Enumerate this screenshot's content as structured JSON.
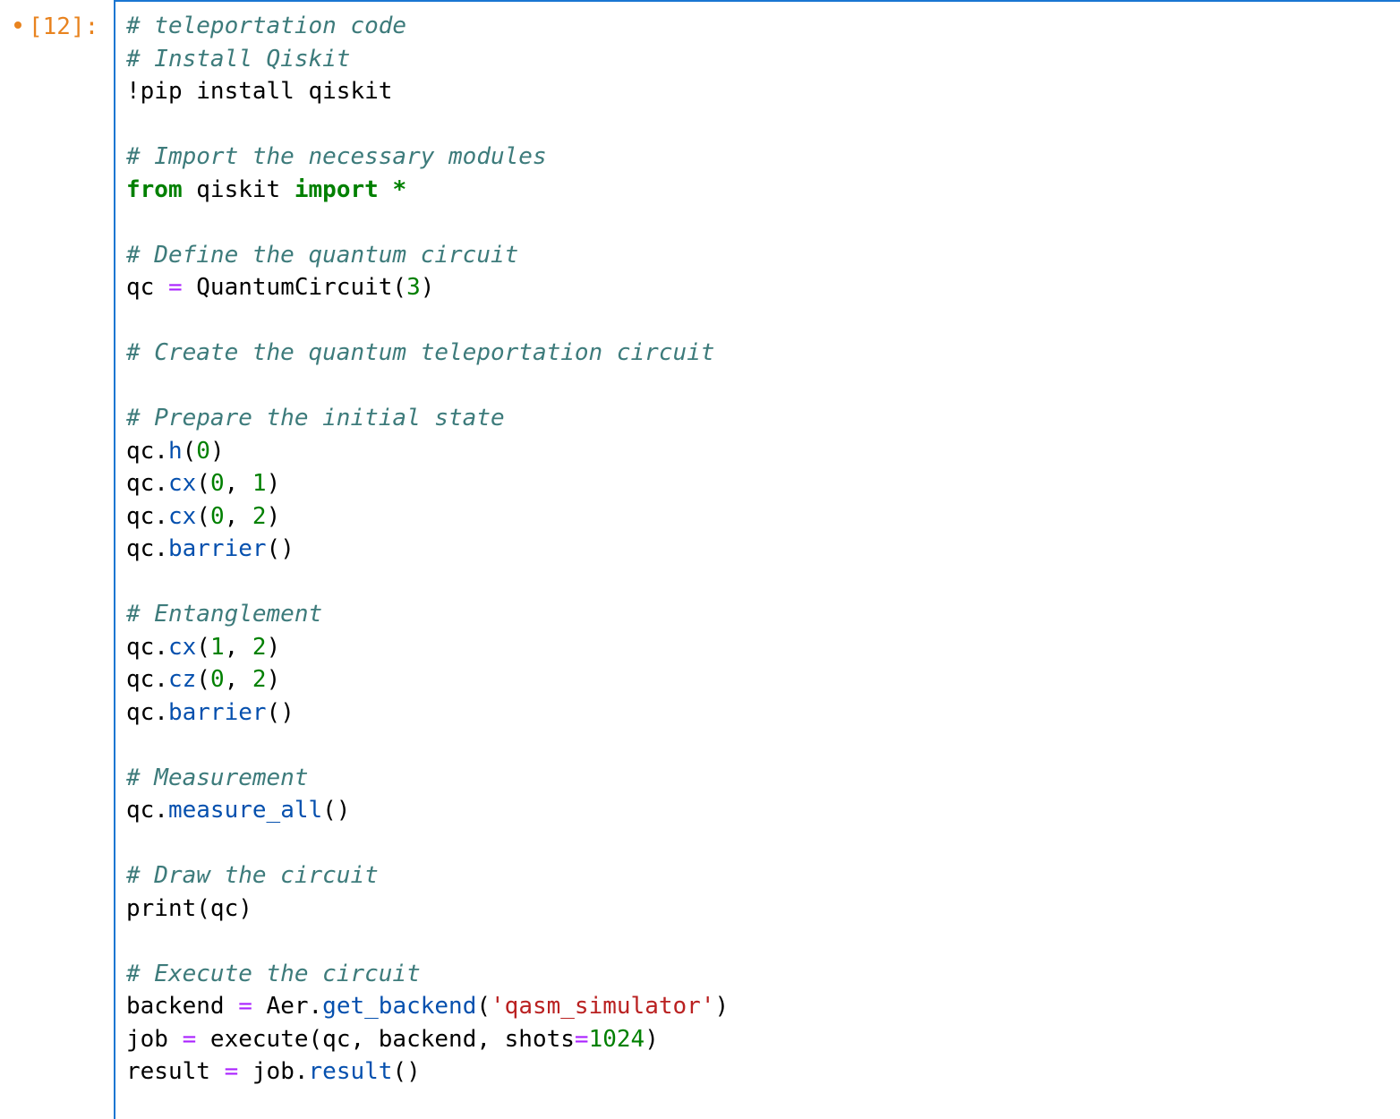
{
  "cell": {
    "prompt_label": "[12]:",
    "modified_indicator": "unsaved-dot"
  },
  "colors": {
    "prompt": "#e8831f",
    "active_border": "#1976d2",
    "comment": "#3d7b7b",
    "keyword": "#008000",
    "operator": "#aa22ff",
    "number": "#008000",
    "method": "#0550ae",
    "string": "#ba2121",
    "plain": "#000000"
  },
  "code_lines": [
    [
      [
        "comment",
        "# teleportation code"
      ]
    ],
    [
      [
        "comment",
        "# Install Qiskit"
      ]
    ],
    [
      [
        "plain",
        "!pip install qiskit"
      ]
    ],
    [],
    [
      [
        "comment",
        "# Import the necessary modules"
      ]
    ],
    [
      [
        "keyword",
        "from"
      ],
      [
        "plain",
        " qiskit "
      ],
      [
        "keyword",
        "import"
      ],
      [
        "plain",
        " "
      ],
      [
        "keyword",
        "*"
      ]
    ],
    [],
    [
      [
        "comment",
        "# Define the quantum circuit"
      ]
    ],
    [
      [
        "plain",
        "qc "
      ],
      [
        "operator",
        "="
      ],
      [
        "plain",
        " QuantumCircuit("
      ],
      [
        "number",
        "3"
      ],
      [
        "plain",
        ")"
      ]
    ],
    [],
    [
      [
        "comment",
        "# Create the quantum teleportation circuit"
      ]
    ],
    [],
    [
      [
        "comment",
        "# Prepare the initial state"
      ]
    ],
    [
      [
        "plain",
        "qc."
      ],
      [
        "method",
        "h"
      ],
      [
        "plain",
        "("
      ],
      [
        "number",
        "0"
      ],
      [
        "plain",
        ")"
      ]
    ],
    [
      [
        "plain",
        "qc."
      ],
      [
        "method",
        "cx"
      ],
      [
        "plain",
        "("
      ],
      [
        "number",
        "0"
      ],
      [
        "plain",
        ", "
      ],
      [
        "number",
        "1"
      ],
      [
        "plain",
        ")"
      ]
    ],
    [
      [
        "plain",
        "qc."
      ],
      [
        "method",
        "cx"
      ],
      [
        "plain",
        "("
      ],
      [
        "number",
        "0"
      ],
      [
        "plain",
        ", "
      ],
      [
        "number",
        "2"
      ],
      [
        "plain",
        ")"
      ]
    ],
    [
      [
        "plain",
        "qc."
      ],
      [
        "method",
        "barrier"
      ],
      [
        "plain",
        "()"
      ]
    ],
    [],
    [
      [
        "comment",
        "# Entanglement"
      ]
    ],
    [
      [
        "plain",
        "qc."
      ],
      [
        "method",
        "cx"
      ],
      [
        "plain",
        "("
      ],
      [
        "number",
        "1"
      ],
      [
        "plain",
        ", "
      ],
      [
        "number",
        "2"
      ],
      [
        "plain",
        ")"
      ]
    ],
    [
      [
        "plain",
        "qc."
      ],
      [
        "method",
        "cz"
      ],
      [
        "plain",
        "("
      ],
      [
        "number",
        "0"
      ],
      [
        "plain",
        ", "
      ],
      [
        "number",
        "2"
      ],
      [
        "plain",
        ")"
      ]
    ],
    [
      [
        "plain",
        "qc."
      ],
      [
        "method",
        "barrier"
      ],
      [
        "plain",
        "()"
      ]
    ],
    [],
    [
      [
        "comment",
        "# Measurement"
      ]
    ],
    [
      [
        "plain",
        "qc."
      ],
      [
        "method",
        "measure_all"
      ],
      [
        "plain",
        "()"
      ]
    ],
    [],
    [
      [
        "comment",
        "# Draw the circuit"
      ]
    ],
    [
      [
        "plain",
        "print(qc)"
      ]
    ],
    [],
    [
      [
        "comment",
        "# Execute the circuit"
      ]
    ],
    [
      [
        "plain",
        "backend "
      ],
      [
        "operator",
        "="
      ],
      [
        "plain",
        " Aer."
      ],
      [
        "method",
        "get_backend"
      ],
      [
        "plain",
        "("
      ],
      [
        "string",
        "'qasm_simulator'"
      ],
      [
        "plain",
        ")"
      ]
    ],
    [
      [
        "plain",
        "job "
      ],
      [
        "operator",
        "="
      ],
      [
        "plain",
        " execute(qc, backend, shots"
      ],
      [
        "operator",
        "="
      ],
      [
        "number",
        "1024"
      ],
      [
        "plain",
        ")"
      ]
    ],
    [
      [
        "plain",
        "result "
      ],
      [
        "operator",
        "="
      ],
      [
        "plain",
        " job."
      ],
      [
        "method",
        "result"
      ],
      [
        "plain",
        "()"
      ]
    ]
  ]
}
